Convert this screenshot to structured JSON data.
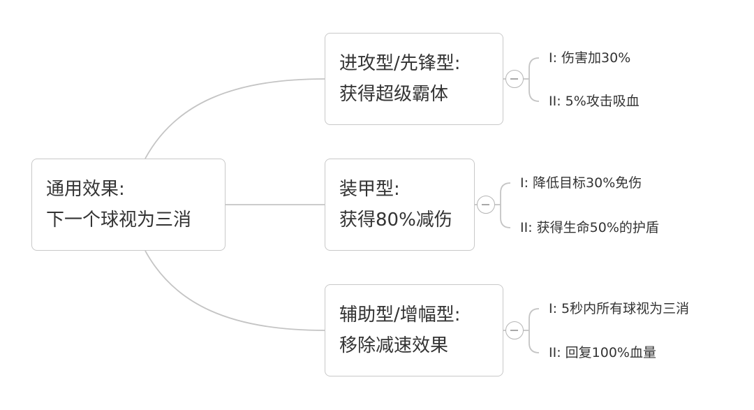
{
  "root": {
    "line1": "通用效果:",
    "line2": "下一个球视为三消"
  },
  "branches": [
    {
      "line1": "进攻型/先锋型:",
      "line2": "获得超级霸体",
      "leaves": [
        "I:  伤害加30%",
        "II:  5%攻击吸血"
      ]
    },
    {
      "line1": "装甲型:",
      "line2": "获得80%减伤",
      "leaves": [
        "I:  降低目标30%免伤",
        "II:  获得生命50%的护盾"
      ]
    },
    {
      "line1": "辅助型/增幅型:",
      "line2": "移除减速效果",
      "leaves": [
        "I:  5秒内所有球视为三消",
        "II:  回复100%血量"
      ]
    }
  ],
  "colors": {
    "connector": "#c4c4c4",
    "node_border": "#c8c8c8",
    "text": "#333333"
  }
}
